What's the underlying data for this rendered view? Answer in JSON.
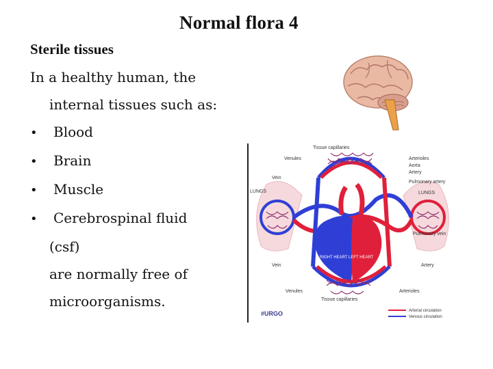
{
  "title": "Normal flora 4",
  "subheading": "Sterile tissues",
  "intro_line1": "In a healthy human, the",
  "intro_line2": "internal tissues such as:",
  "bullets": [
    "Blood",
    "Brain",
    "Muscle",
    "Cerebrospinal fluid"
  ],
  "continuation": [
    "(csf)",
    "are normally free of",
    "microorganisms."
  ],
  "diagram_labels": {
    "tissue_capillaries_top": "Tissue capillaries",
    "venules_top": "Venules",
    "arterioles_top": "Arterioles",
    "aorta": "Aorta",
    "artery_top": "Artery",
    "vein_top": "Vein",
    "pulmonary_artery": "Pulmonary artery",
    "lungs_left": "LUNGS",
    "lungs_right": "LUNGS",
    "pulmonary_vein": "Pulmonary vein",
    "right_heart": "RIGHT HEART",
    "left_heart": "LEFT HEART",
    "vein_bottom": "Vein",
    "artery_bottom": "Artery",
    "venules_bottom": "Venules",
    "arterioles_bottom": "Arterioles",
    "tissue_capillaries_bottom": "Tissue capillaries",
    "brand": "#URGO",
    "legend_arterial": "Arterial circulation",
    "legend_venous": "Venous circulation"
  },
  "colors": {
    "arterial": "#e0203a",
    "venous": "#2f3fd6",
    "lung": "#f6d9dc",
    "brain": "#e9b9a4",
    "brainstem": "#e9a24a"
  }
}
